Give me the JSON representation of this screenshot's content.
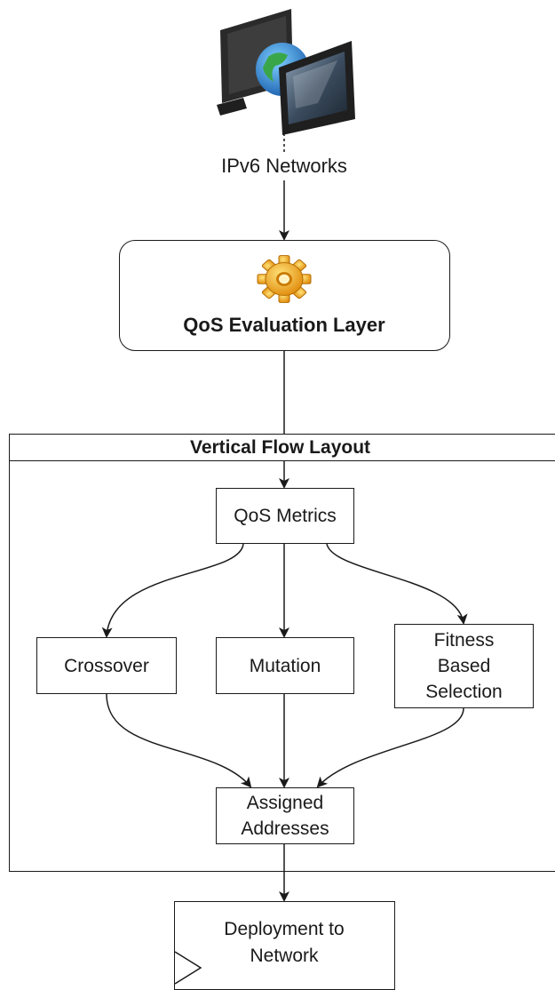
{
  "source": {
    "label": "IPv6 Networks",
    "icon": "networked-computers-globe-icon"
  },
  "qos_layer": {
    "title": "QoS Evaluation Layer",
    "icon": "gear-icon"
  },
  "swimlane": {
    "title": "Vertical Flow Layout"
  },
  "nodes": {
    "qos_metrics": "QoS Metrics",
    "crossover": "Crossover",
    "mutation": "Mutation",
    "fitness_line1": "Fitness",
    "fitness_line2": "Based",
    "fitness_line3": "Selection",
    "assigned_line1": "Assigned",
    "assigned_line2": "Addresses",
    "deployment_line1": "Deployment to",
    "deployment_line2": "Network"
  },
  "colors": {
    "stroke": "#1a1a1a",
    "gear": "#f2a81d",
    "screen": "#2f3d4a",
    "globe": "#2b7fd0"
  }
}
